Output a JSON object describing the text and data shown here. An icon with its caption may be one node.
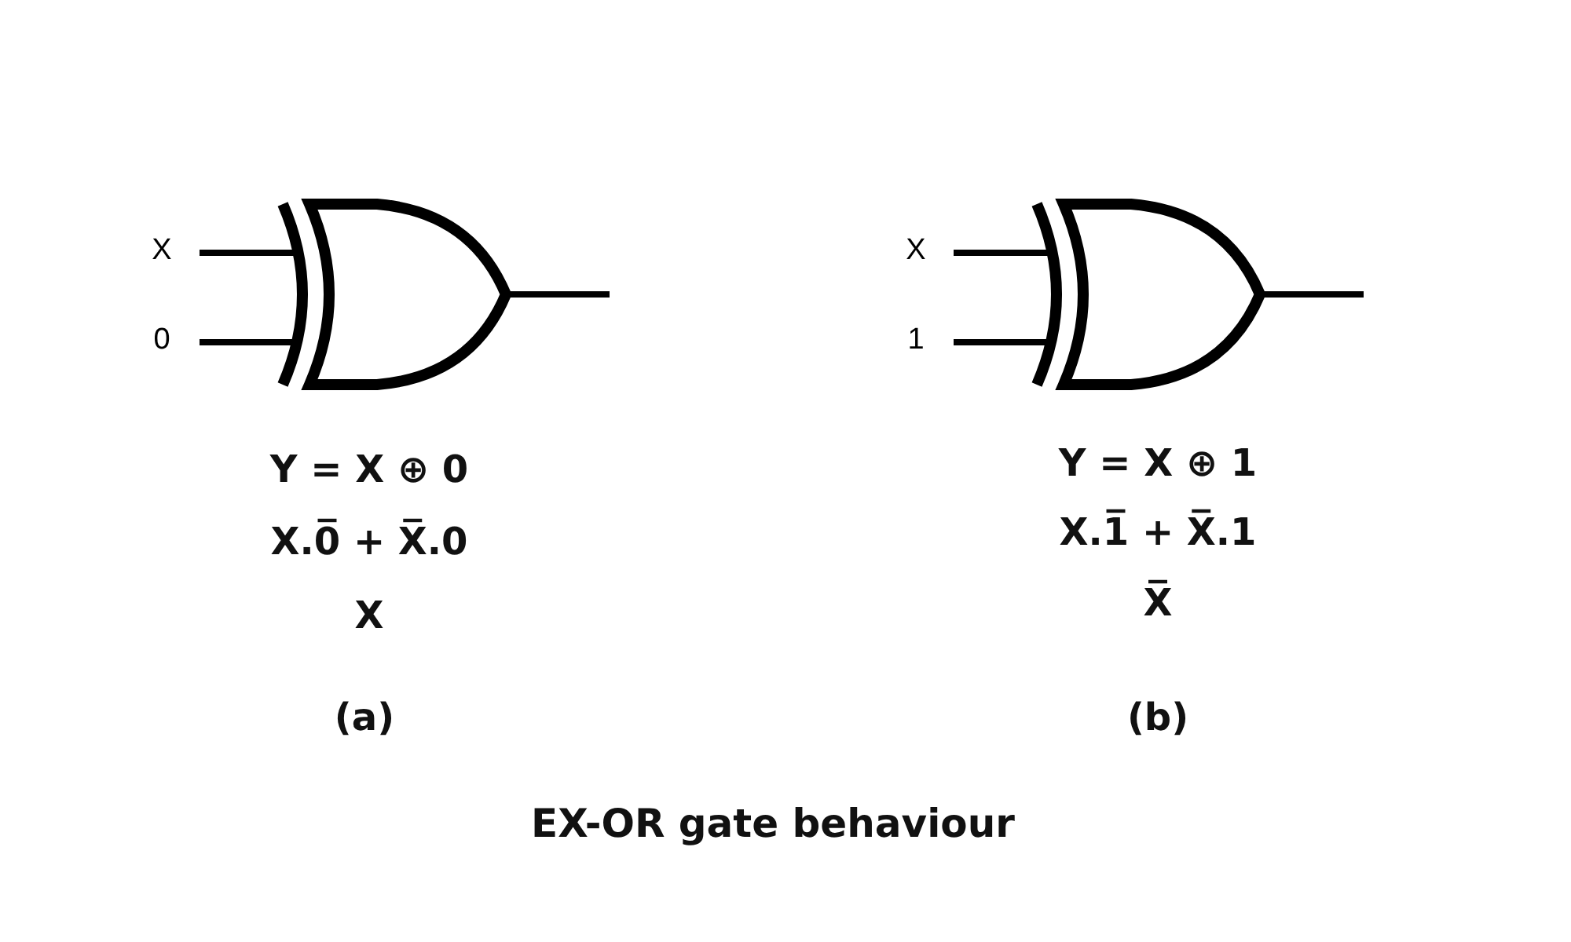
{
  "diagram": {
    "caption": "EX-OR gate behaviour",
    "nodes": [
      {
        "text": [
          "X"
        ]
      },
      {
        "text": [
          "0"
        ]
      },
      {
        "text": [],
        "shape": "gate"
      },
      {
        "text": [
          "X"
        ]
      },
      {
        "text": [
          "1"
        ]
      },
      {
        "text": [],
        "shape": "gate"
      }
    ],
    "edges": [
      {
        "from": 0,
        "to": 2,
        "arrow": "none"
      },
      {
        "from": 1,
        "to": 2,
        "arrow": "none"
      },
      {
        "from": 2,
        "to": null,
        "arrow": "none"
      },
      {
        "from": 3,
        "to": 5,
        "arrow": "none"
      },
      {
        "from": 4,
        "to": 5,
        "arrow": "none"
      },
      {
        "from": 5,
        "to": null,
        "arrow": "none"
      }
    ],
    "labels": [
      "Y = X ⊕ 0",
      "Y = X ⊕ 1",
      "X.0̅ + X̅.0",
      "X.1̅ + X̅.1",
      "X",
      "X̅",
      "(a)",
      "(b)"
    ]
  }
}
